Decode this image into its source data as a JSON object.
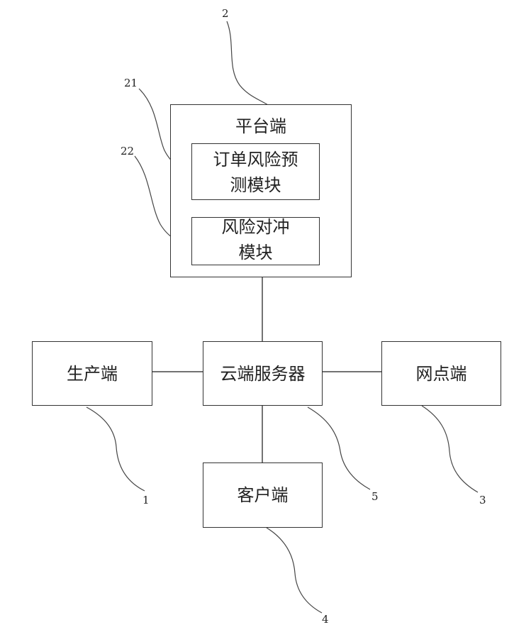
{
  "platform": {
    "title": "平台端",
    "ref": "2"
  },
  "order_risk_module": {
    "line1": "订单风险预",
    "line2": "测模块",
    "ref": "21"
  },
  "risk_hedge_module": {
    "line1": "风险对冲",
    "line2": "模块",
    "ref": "22"
  },
  "production": {
    "label": "生产端",
    "ref": "1"
  },
  "cloud_server": {
    "label": "云端服务器",
    "ref": "5"
  },
  "outlet": {
    "label": "网点端",
    "ref": "3"
  },
  "client": {
    "label": "客户端",
    "ref": "4"
  }
}
